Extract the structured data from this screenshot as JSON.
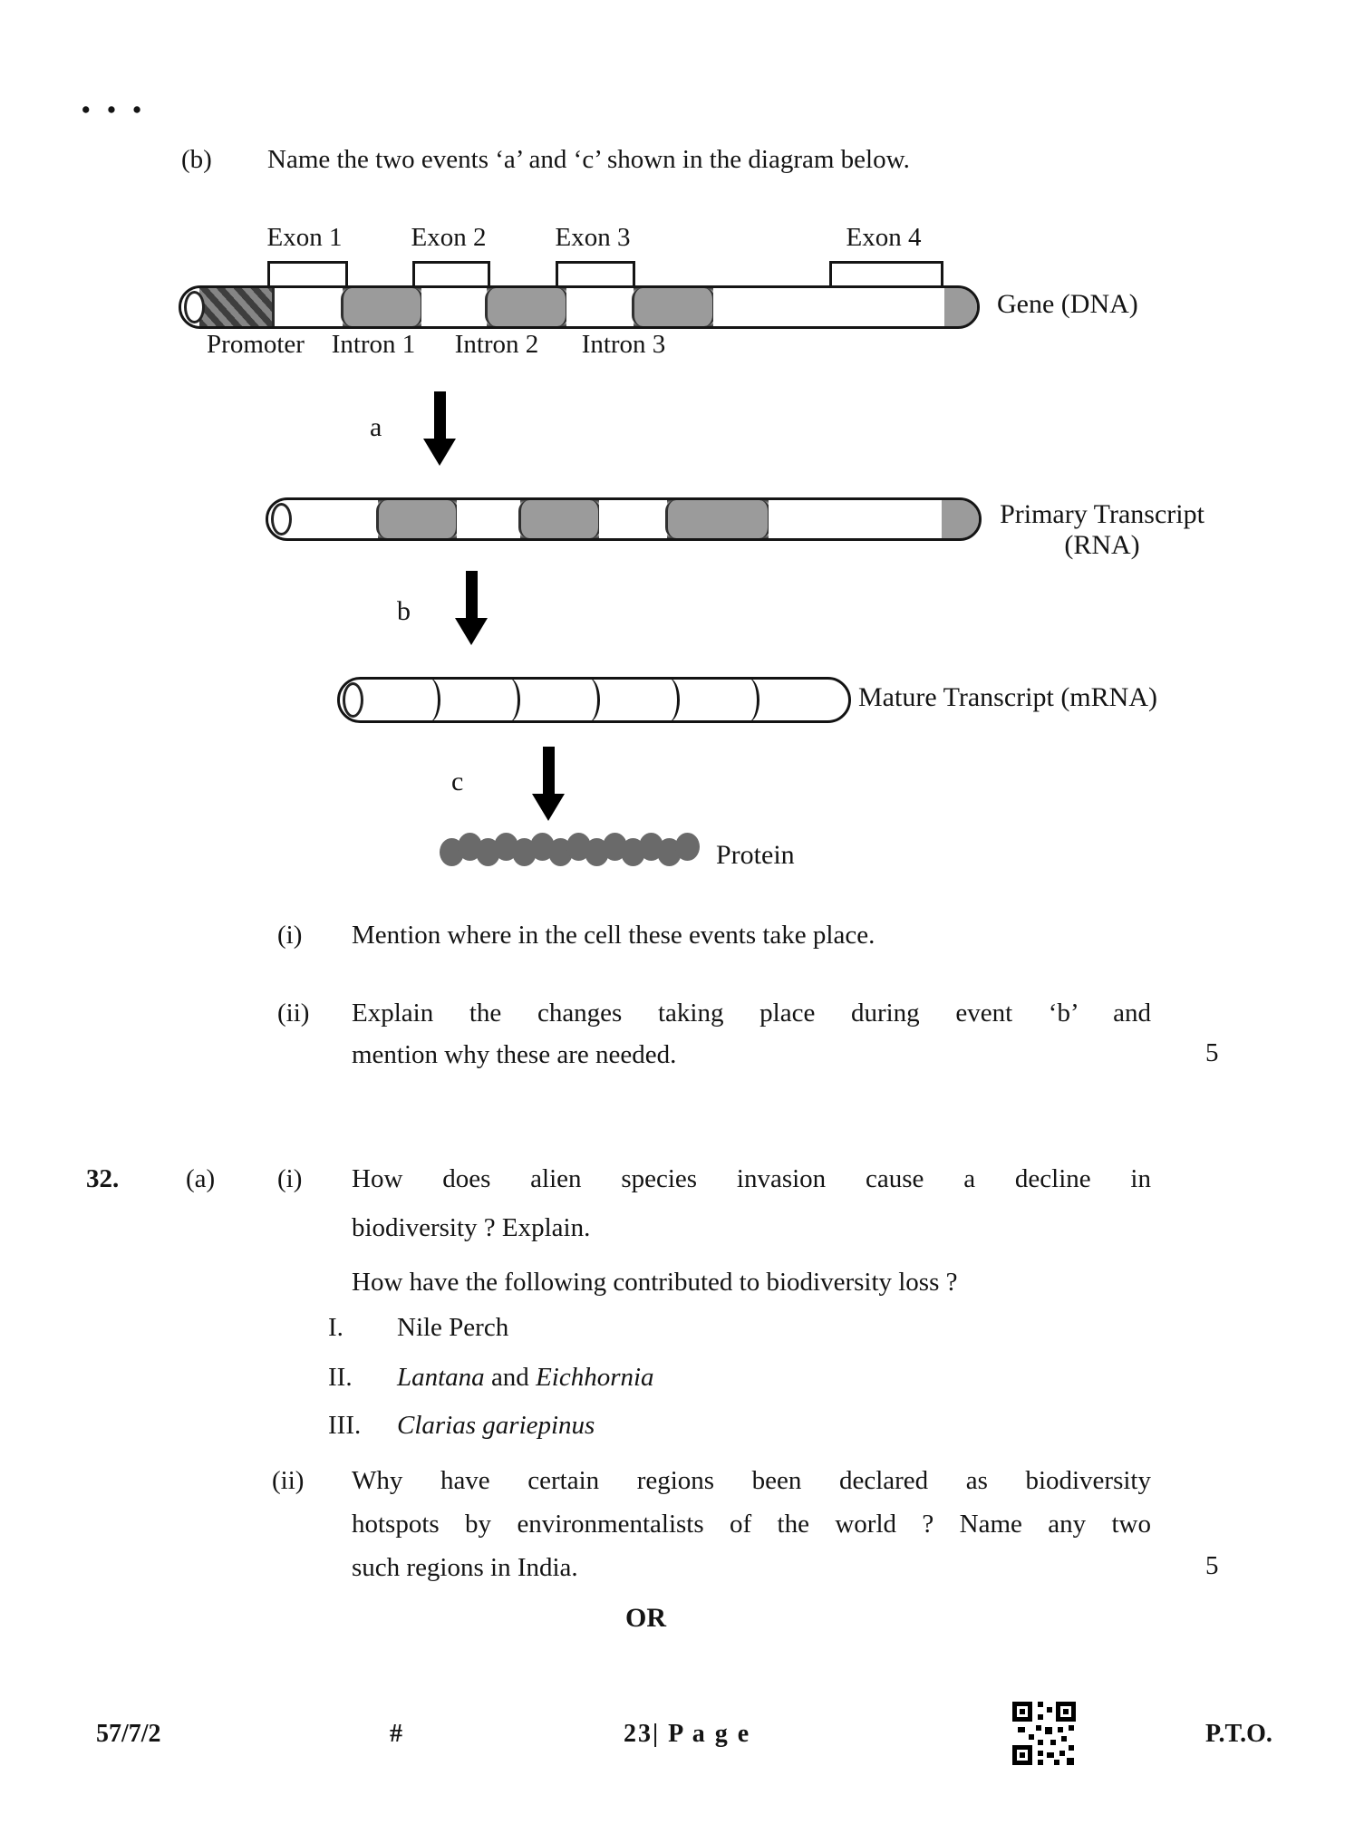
{
  "dots": "• • •",
  "question_b": {
    "label": "(b)",
    "text": "Name the two events ‘a’ and ‘c’ shown in the diagram below."
  },
  "diagram": {
    "exons": [
      "Exon 1",
      "Exon 2",
      "Exon 3",
      "Exon 4"
    ],
    "gene_label": "Gene (DNA)",
    "promoter_label": "Promoter",
    "introns": [
      "Intron 1",
      "Intron 2",
      "Intron 3"
    ],
    "step_a": "a",
    "step_b": "b",
    "step_c": "c",
    "primary_label_line1": "Primary Transcript",
    "primary_label_line2": "(RNA)",
    "mature_label": "Mature Transcript (mRNA)",
    "protein_label": "Protein",
    "colors": {
      "intron_fill": "#9b9b9b",
      "promoter_fill": "#6f6f6f",
      "protein_bead": "#6a6a6a",
      "outline": "#151515",
      "paper": "#ffffff"
    }
  },
  "sub_i": {
    "label": "(i)",
    "line1": "Mention where in the cell these events take place."
  },
  "sub_ii": {
    "label": "(ii)",
    "line1": "Explain the changes taking place during event ‘b’ and",
    "line2": "mention why these are needed.",
    "marks": "5"
  },
  "q32": {
    "number": "32.",
    "part": "(a)",
    "i_label": "(i)",
    "i_line1": "How does alien species invasion cause a decline in",
    "i_line2": "biodiversity ? Explain.",
    "intro": "How have the following contributed to biodiversity loss ?",
    "items": [
      {
        "n": "I.",
        "t": "Nile Perch"
      },
      {
        "n": "II.",
        "p0": "Lantana",
        "p1": " and ",
        "p2": "Eichhornia"
      },
      {
        "n": "III.",
        "t": "Clarias gariepinus"
      }
    ],
    "ii_label": "(ii)",
    "ii_line1": "Why have certain regions been declared as biodiversity",
    "ii_line2": "hotspots by environmentalists of the world ? Name any two",
    "ii_line3": "such regions in India.",
    "marks": "5",
    "or_label": "OR"
  },
  "footer": {
    "code": "57/7/2",
    "hash": "#",
    "page": "23| P a g e",
    "pto": "P.T.O."
  }
}
